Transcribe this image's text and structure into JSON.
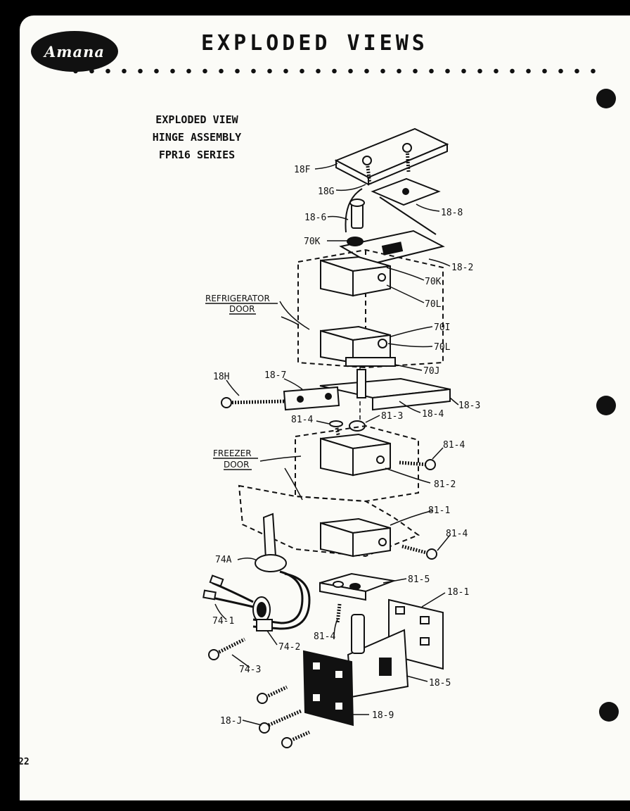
{
  "header": {
    "logo_text": "Amana",
    "title": "EXPLODED VIEWS"
  },
  "subtitle": {
    "line1": "EXPLODED VIEW",
    "line2": "HINGE ASSEMBLY",
    "line3": "FPR16 SERIES"
  },
  "doors": {
    "refrigerator_line1": "REFRIGERATOR",
    "refrigerator_line2": "DOOR",
    "freezer_line1": "FREEZER",
    "freezer_line2": "DOOR"
  },
  "part_labels": {
    "p18F": "18F",
    "p18G": "18G",
    "p18_8": "18-8",
    "p18_6": "18-6",
    "p70K_left": "70K",
    "p18_2": "18-2",
    "p70K_right": "70K",
    "p70L_top": "70L",
    "p70I": "70I",
    "p70L_bottom": "70L",
    "p70J": "70J",
    "p18H": "18H",
    "p18_7": "18-7",
    "p18_4": "18-4",
    "p18_3": "18-3",
    "p81_4_a": "81-4",
    "p81_3": "81-3",
    "p81_4_b": "81-4",
    "p81_2": "81-2",
    "p81_1": "81-1",
    "p81_4_c": "81-4",
    "p74A": "74A",
    "p81_5": "81-5",
    "p18_1": "18-1",
    "p74_1": "74-1",
    "p81_4_d": "81-4",
    "p74_2": "74-2",
    "p74_3": "74-3",
    "p18_5": "18-5",
    "p18_J": "18-J",
    "p18_9": "18-9"
  },
  "footer": {
    "page_number": "22"
  }
}
